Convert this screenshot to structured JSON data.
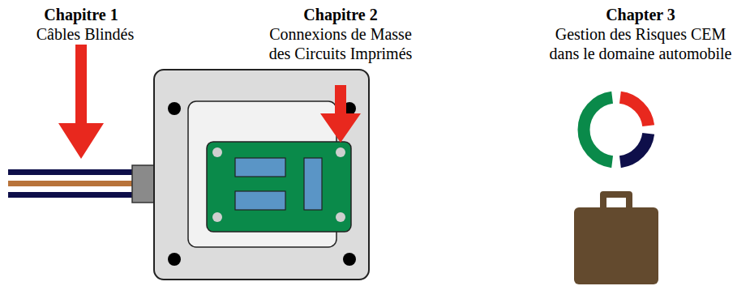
{
  "diagram": {
    "labels": [
      "Chapitre 1",
      "Câbles Blindés",
      "Chapitre 2",
      "Connexions de Masse des Circuits Imprimés",
      "Chapter 3",
      "Gestion des Risques CEM dans le domaine automobile"
    ]
  }
}
